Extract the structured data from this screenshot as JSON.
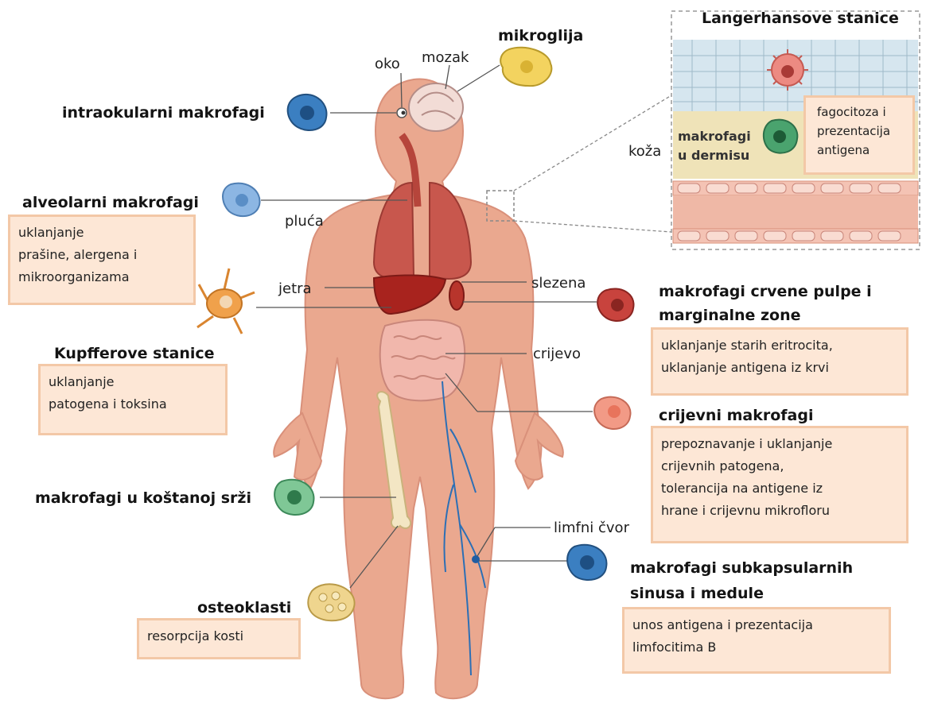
{
  "labels": {
    "mikroglija": "mikroglija",
    "oko": "oko",
    "mozak": "mozak",
    "intraokularni": "intraokularni makrofagi",
    "alveolarni": "alveolarni makrofagi",
    "pluca": "pluća",
    "jetra": "jetra",
    "slezena": "slezena",
    "crvena_pulpa_1": "makrofagi crvene pulpe i",
    "crvena_pulpa_2": "marginalne zone",
    "kupfferove": "Kupfferove stanice",
    "crijevo": "crijevo",
    "crijevni": "crijevni makrofagi",
    "kostana_srz": "makrofagi u koštanoj srži",
    "limfni_cvor": "limfni čvor",
    "subkapsularni_1": "makrofagi subkapsularnih",
    "subkapsularni_2": "sinusa i medule",
    "osteoklasti": "osteoklasti",
    "langerhans": "Langerhansove stanice",
    "koza": "koža",
    "dermis_1": "makrofagi",
    "dermis_2": "u dermisu"
  },
  "boxes": {
    "alveolarni": [
      "uklanjanje",
      "prašine, alergena i",
      "mikroorganizama"
    ],
    "kupfferove": [
      "uklanjanje",
      "patogena i toksina"
    ],
    "osteoklasti": [
      "resorpcija kosti"
    ],
    "crvena_pulpa": [
      "uklanjanje starih eritrocita,",
      "uklanjanje antigena iz krvi"
    ],
    "crijevni": [
      "prepoznavanje i uklanjanje",
      "crijevnih patogena,",
      "tolerancija na antigene iz",
      "hrane i crijevnu mikrofloru"
    ],
    "subkapsularni": [
      "unos antigena i prezentacija",
      "limfocitima B"
    ],
    "langerhans": [
      "fagocitoza  i",
      "prezentacija",
      "antigena"
    ]
  },
  "colors": {
    "body": "#eaa88f",
    "box_fill": "#fde7d6",
    "box_border": "#f3c8a7",
    "cell_blue": "#3b7fc1",
    "cell_light_blue": "#8cb6e3",
    "cell_yellow": "#f3d35f",
    "cell_orange": "#f0a14b",
    "cell_red": "#c8433d",
    "cell_pink": "#f29a86",
    "cell_green": "#4aa36e",
    "cell_tan": "#efd58e",
    "vein": "#2c6fb5"
  }
}
